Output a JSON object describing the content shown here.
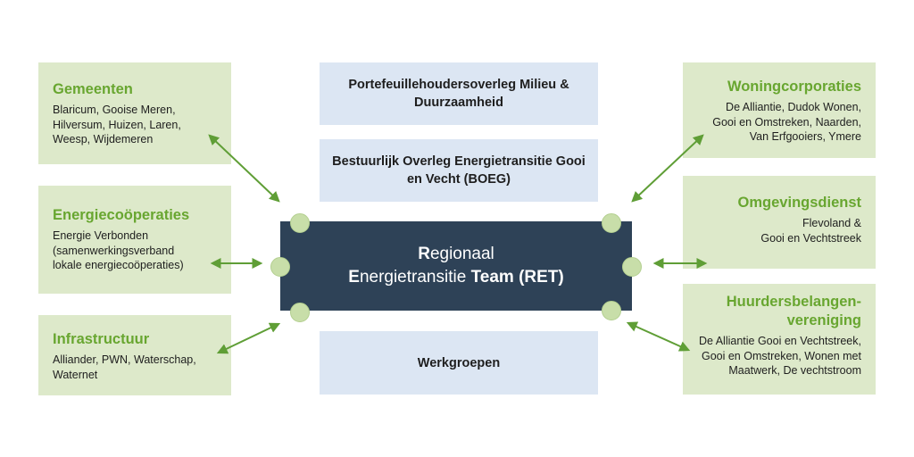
{
  "center": {
    "line1_first": "R",
    "line1_rest": "egionaal",
    "line2_first": "E",
    "line2_mid": "nergietransitie ",
    "line2_bold": "T",
    "line2_rest": "eam (RET)"
  },
  "top_boxes": [
    {
      "text": "Portefeuillehoudersoverleg Milieu & Duurzaamheid"
    },
    {
      "text": "Bestuurlijk Overleg Energietransitie Gooi en Vecht (BOEG)"
    }
  ],
  "bottom_box": {
    "text": "Werkgroepen"
  },
  "left_boxes": [
    {
      "title": "Gemeenten",
      "lines": [
        "Blaricum, Gooise Meren,",
        "Hilversum, Huizen, Laren,",
        "Weesp, Wijdemeren"
      ]
    },
    {
      "title": "Energiecoöperaties",
      "lines": [
        "Energie Verbonden",
        "(samenwerkingsverband",
        "lokale energiecoöperaties)"
      ]
    },
    {
      "title": "Infrastructuur",
      "lines": [
        "Alliander, PWN, Waterschap,",
        "Waternet"
      ]
    }
  ],
  "right_boxes": [
    {
      "title": "Woningcorporaties",
      "lines": [
        "De Alliantie, Dudok Wonen,",
        "Gooi en Omstreken, Naarden,",
        "Van Erfgooiers, Ymere"
      ]
    },
    {
      "title": "Omgevingsdienst",
      "lines": [
        "Flevoland &",
        "Gooi en Vechtstreek"
      ]
    },
    {
      "title_line1": "Huurdersbelangen-",
      "title_line2": "vereniging",
      "lines": [
        "De Alliantie Gooi en Vechtstreek,",
        "Gooi en Omstreken, Wonen met",
        "Maatwerk, De vechtstroom"
      ]
    }
  ],
  "colors": {
    "green_bg": "#dde9ca",
    "green_title": "#68a630",
    "blue_bg": "#dce6f3",
    "navy": "#2e4257",
    "arrow": "#5f9e36",
    "dot": "#c8dea9"
  }
}
